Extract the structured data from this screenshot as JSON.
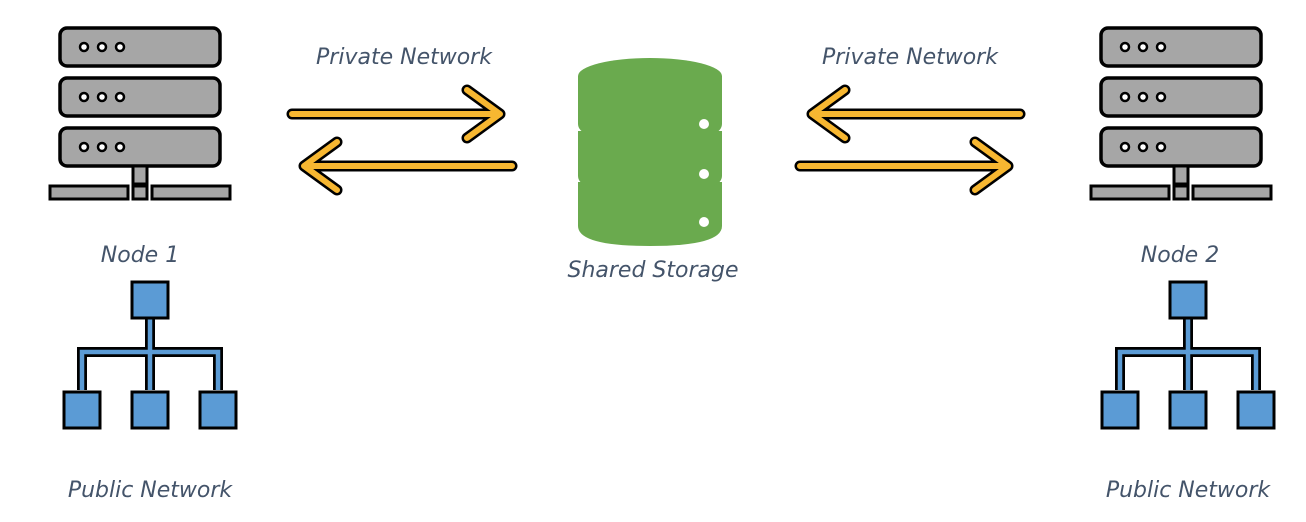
{
  "labels": {
    "node1": "Node 1",
    "node2": "Node 2",
    "storage": "Shared Storage",
    "private_left": "Private Network",
    "private_right": "Private Network",
    "public_left": "Public Network",
    "public_right": "Public Network"
  },
  "colors": {
    "server_fill": "#a6a6a6",
    "outline": "#000000",
    "arrow": "#f7b731",
    "storage": "#6aaa4e",
    "network_node": "#5b9bd5",
    "label": "#44546a"
  },
  "icons": {
    "server": "server-rack-icon",
    "storage": "database-icon",
    "network": "network-hierarchy-icon"
  }
}
